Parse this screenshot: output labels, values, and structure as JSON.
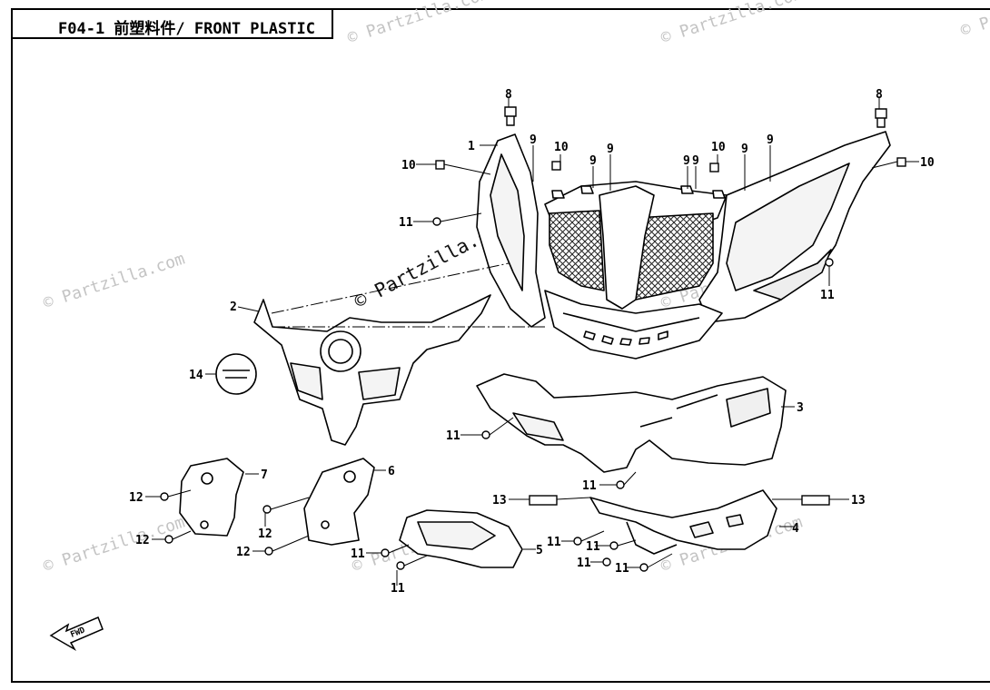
{
  "header": {
    "title": "F04-1 前塑料件/ FRONT PLASTIC"
  },
  "watermark": {
    "text": "© Partzilla.com",
    "color": "#b5b5b5"
  },
  "orientation": {
    "label": "FWD"
  },
  "callouts": {
    "c1": "1",
    "c2": "2",
    "c3": "3",
    "c4": "4",
    "c5": "5",
    "c6": "6",
    "c7": "7",
    "c8a": "8",
    "c8b": "8",
    "c9a": "9",
    "c9b": "9",
    "c9c": "9",
    "c9d": "9",
    "c9e": "9",
    "c9f": "9",
    "c9g": "9",
    "c10a": "10",
    "c10b": "10",
    "c10c": "10",
    "c10d": "10",
    "c11a": "11",
    "c11b": "11",
    "c11c": "11",
    "c11d": "11",
    "c11e": "11",
    "c11f": "11",
    "c11g": "11",
    "c11h": "11",
    "c11i": "11",
    "c11j": "11",
    "c12a": "12",
    "c12b": "12",
    "c12c": "12",
    "c12d": "12",
    "c13a": "13",
    "c13b": "13",
    "c14": "14"
  }
}
